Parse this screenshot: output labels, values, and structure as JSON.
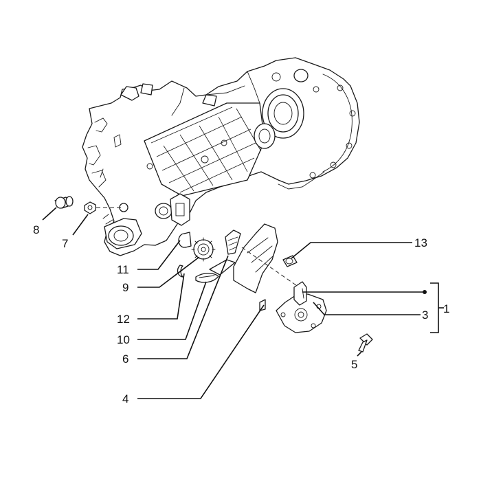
{
  "callouts": [
    {
      "id": "c1",
      "text": "1"
    },
    {
      "id": "c3",
      "text": "3"
    },
    {
      "id": "c4",
      "text": "4"
    },
    {
      "id": "c5",
      "text": "5"
    },
    {
      "id": "c6",
      "text": "6"
    },
    {
      "id": "c7",
      "text": "7"
    },
    {
      "id": "c8",
      "text": "8"
    },
    {
      "id": "c9",
      "text": "9"
    },
    {
      "id": "c10",
      "text": "10"
    },
    {
      "id": "c11",
      "text": "11"
    },
    {
      "id": "c12",
      "text": "12"
    },
    {
      "id": "c13",
      "text": "13"
    }
  ]
}
